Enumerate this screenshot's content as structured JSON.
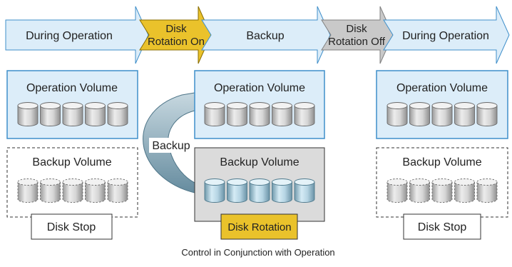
{
  "colors": {
    "flow_light": "#dcedf9",
    "flow_accent": "#eac22b",
    "flow_gray": "#c9c9c9",
    "volume_fill": "#dcedf9",
    "volume_stroke": "#3f8fca",
    "active_backup_fill": "#dbdbdb",
    "rotation_label_fill": "#eac22b",
    "backup_arrow": "#7b9fb0"
  },
  "flow": [
    {
      "label": "During Operation"
    },
    {
      "label": "Disk\nRotation On"
    },
    {
      "label": "Backup"
    },
    {
      "label": "Disk\nRotation Off"
    },
    {
      "label": "During Operation"
    }
  ],
  "columns": [
    {
      "operation_volume": {
        "label": "Operation Volume",
        "disks": 5
      },
      "backup_volume": {
        "label": "Backup Volume",
        "disks": 5,
        "state": "stopped"
      },
      "status_label": "Disk Stop"
    },
    {
      "operation_volume": {
        "label": "Operation Volume",
        "disks": 5
      },
      "backup_volume": {
        "label": "Backup Volume",
        "disks": 5,
        "state": "rotating"
      },
      "status_label": "Disk Rotation"
    },
    {
      "operation_volume": {
        "label": "Operation Volume",
        "disks": 5
      },
      "backup_volume": {
        "label": "Backup Volume",
        "disks": 5,
        "state": "stopped"
      },
      "status_label": "Disk Stop"
    }
  ],
  "backup_arrow_label": "Backup",
  "caption": "Control in Conjunction with Operation"
}
